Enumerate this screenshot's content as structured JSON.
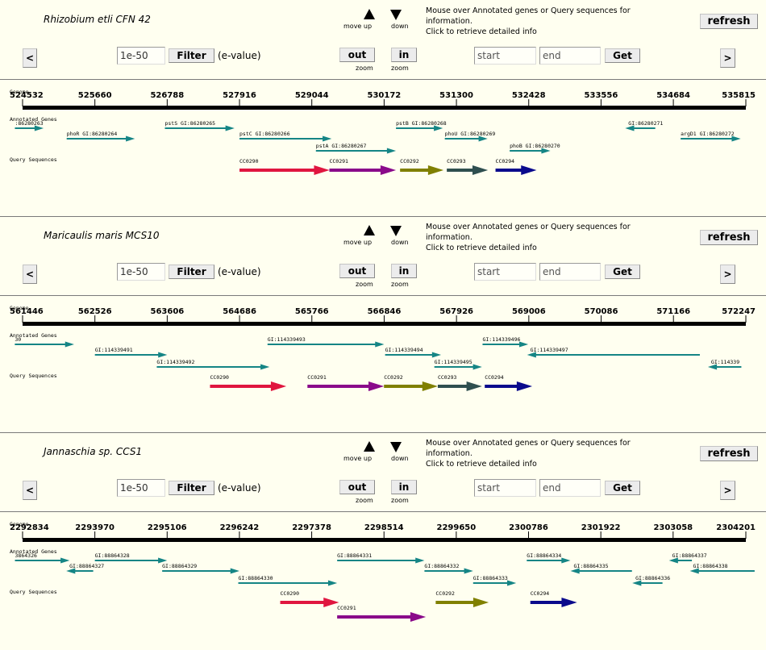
{
  "ui": {
    "move_up": "move up",
    "down": "down",
    "info_text": "Mouse over Annotated genes or Query sequences for information.",
    "info_line1": "Mouse over Annotated genes or Query sequences for",
    "info_line2": "information.",
    "info_line3": "Click to retrieve detailed info",
    "refresh": "refresh",
    "prev": "<",
    "next": ">",
    "filter": "Filter",
    "evalue_label": "(e-value)",
    "out": "out",
    "in": "in",
    "zoom": "zoom",
    "get": "Get",
    "genome_label": "Genome",
    "annotated_label": "Annotated Genes",
    "query_label": "Query Sequences",
    "colors": {
      "teal": "#158585",
      "red": "#e0163f",
      "purple": "#8a0a8a",
      "olive": "#808000",
      "darkslate": "#2f4f4f",
      "navy": "#0a0a8c"
    }
  },
  "panels": [
    {
      "organism": "Rhizobium etli CFN 42",
      "evalue": "1e-50",
      "start_placeholder": "start",
      "end_placeholder": "end",
      "range": [
        524532,
        535815
      ],
      "ticks": [
        524532,
        525660,
        526788,
        527916,
        529044,
        530172,
        531300,
        532428,
        533556,
        534684,
        535815
      ],
      "annotated": [
        {
          "label": ":86280263",
          "start": 524412,
          "end": 524860,
          "dir": 1,
          "row": 0
        },
        {
          "label": "phoR GI:86280264",
          "start": 525220,
          "end": 526284,
          "dir": 1,
          "row": 1
        },
        {
          "label": "pstS GI:86280265",
          "start": 526752,
          "end": 527838,
          "dir": 1,
          "row": 0
        },
        {
          "label": "pstC GI:86280266",
          "start": 527916,
          "end": 529353,
          "dir": 1,
          "row": 1
        },
        {
          "label": "pstA GI:86280267",
          "start": 529108,
          "end": 530357,
          "dir": 1,
          "row": 2
        },
        {
          "label": "pstB GI:86280268",
          "start": 530357,
          "end": 531089,
          "dir": 1,
          "row": 0
        },
        {
          "label": "phoU GI:86280269",
          "start": 531119,
          "end": 531787,
          "dir": 1,
          "row": 1
        },
        {
          "label": "phoB GI:86280270",
          "start": 532131,
          "end": 532766,
          "dir": 1,
          "row": 2
        },
        {
          "label": "GI:86280271",
          "start": 533932,
          "end": 534402,
          "dir": -1,
          "row": 0
        },
        {
          "label": "argD1 GI:86280272",
          "start": 534798,
          "end": 535735,
          "dir": 1,
          "row": 1
        }
      ],
      "query": [
        {
          "label": "CC0290",
          "start": 527916,
          "end": 529320,
          "color": "#e0163f",
          "row": 0
        },
        {
          "label": "CC0291",
          "start": 529318,
          "end": 530357,
          "color": "#8a0a8a",
          "row": 0
        },
        {
          "label": "CC0292",
          "start": 530421,
          "end": 531099,
          "color": "#808000",
          "row": 0
        },
        {
          "label": "CC0293",
          "start": 531150,
          "end": 531792,
          "color": "#2f4f4f",
          "row": 0
        },
        {
          "label": "CC0294",
          "start": 531910,
          "end": 532550,
          "color": "#0a0a8c",
          "row": 0
        }
      ]
    },
    {
      "organism": "Maricaulis maris MCS10",
      "evalue": "1e-50",
      "start_placeholder": "start",
      "end_placeholder": "end",
      "range": [
        561446,
        572247
      ],
      "ticks": [
        561446,
        562526,
        563606,
        564686,
        565766,
        566846,
        567926,
        569006,
        570086,
        571166,
        572247
      ],
      "annotated": [
        {
          "label": "30",
          "start": 561330,
          "end": 562216,
          "dir": 1,
          "row": 0
        },
        {
          "label": "GI:114339491",
          "start": 562526,
          "end": 563606,
          "dir": 1,
          "row": 1
        },
        {
          "label": "GI:114339492",
          "start": 563450,
          "end": 565134,
          "dir": 1,
          "row": 2
        },
        {
          "label": "GI:114339493",
          "start": 565104,
          "end": 566846,
          "dir": 1,
          "row": 0
        },
        {
          "label": "GI:114339494",
          "start": 566860,
          "end": 567696,
          "dir": 1,
          "row": 1
        },
        {
          "label": "GI:114339495",
          "start": 567595,
          "end": 568307,
          "dir": 1,
          "row": 2
        },
        {
          "label": "GI:114339496",
          "start": 568315,
          "end": 568998,
          "dir": 1,
          "row": 0
        },
        {
          "label": "GI:114339497",
          "start": 568980,
          "end": 571560,
          "dir": -1,
          "row": 1
        },
        {
          "label": "GI:114339",
          "start": 571680,
          "end": 572180,
          "dir": -1,
          "row": 2
        }
      ],
      "query": [
        {
          "label": "CC0290",
          "start": 564245,
          "end": 565385,
          "color": "#e0163f",
          "row": 0
        },
        {
          "label": "CC0291",
          "start": 565700,
          "end": 566843,
          "color": "#8a0a8a",
          "row": 0
        },
        {
          "label": "CC0292",
          "start": 566843,
          "end": 567647,
          "color": "#808000",
          "row": 0
        },
        {
          "label": "CC0293",
          "start": 567647,
          "end": 568307,
          "color": "#2f4f4f",
          "row": 0
        },
        {
          "label": "CC0294",
          "start": 568348,
          "end": 569057,
          "color": "#0a0a8c",
          "row": 0
        }
      ]
    },
    {
      "organism": "Jannaschia sp. CCS1",
      "evalue": "1e-50",
      "start_placeholder": "start",
      "end_placeholder": "end",
      "range": [
        2292834,
        2304201
      ],
      "ticks": [
        2292834,
        2293970,
        2295106,
        2296242,
        2297378,
        2298514,
        2299650,
        2300786,
        2301922,
        2303058,
        2304201
      ],
      "annotated": [
        {
          "label": "3864326",
          "start": 2292714,
          "end": 2293573,
          "dir": 1,
          "row": 0
        },
        {
          "label": "GI:88864327",
          "start": 2293520,
          "end": 2293944,
          "dir": -1,
          "row": 1
        },
        {
          "label": "GI:88864328",
          "start": 2293970,
          "end": 2295106,
          "dir": 1,
          "row": 0
        },
        {
          "label": "GI:88864329",
          "start": 2295028,
          "end": 2296242,
          "dir": 1,
          "row": 1
        },
        {
          "label": "GI:88864330",
          "start": 2296224,
          "end": 2297778,
          "dir": 1,
          "row": 2
        },
        {
          "label": "GI:88864331",
          "start": 2297778,
          "end": 2299150,
          "dir": 1,
          "row": 0
        },
        {
          "label": "GI:88864332",
          "start": 2299150,
          "end": 2299915,
          "dir": 1,
          "row": 1
        },
        {
          "label": "GI:88864333",
          "start": 2299915,
          "end": 2300592,
          "dir": 1,
          "row": 2
        },
        {
          "label": "GI:88864334",
          "start": 2300758,
          "end": 2301445,
          "dir": 1,
          "row": 0
        },
        {
          "label": "GI:88864335",
          "start": 2301445,
          "end": 2302411,
          "dir": -1,
          "row": 1
        },
        {
          "label": "GI:88864336",
          "start": 2302416,
          "end": 2302891,
          "dir": -1,
          "row": 2
        },
        {
          "label": "GI:88864337",
          "start": 2302993,
          "end": 2303353,
          "dir": -1,
          "row": 0
        },
        {
          "label": "GI:88864338",
          "start": 2303321,
          "end": 2304339,
          "dir": -1,
          "row": 1
        }
      ],
      "query": [
        {
          "label": "CC0290",
          "start": 2296883,
          "end": 2297807,
          "color": "#e0163f",
          "row": 0
        },
        {
          "label": "CC0291",
          "start": 2297778,
          "end": 2299172,
          "color": "#8a0a8a",
          "row": 1
        },
        {
          "label": "CC0292",
          "start": 2299327,
          "end": 2300160,
          "color": "#808000",
          "row": 0
        },
        {
          "label": "CC0294",
          "start": 2300814,
          "end": 2301548,
          "color": "#0a0a8c",
          "row": 0
        }
      ]
    }
  ]
}
